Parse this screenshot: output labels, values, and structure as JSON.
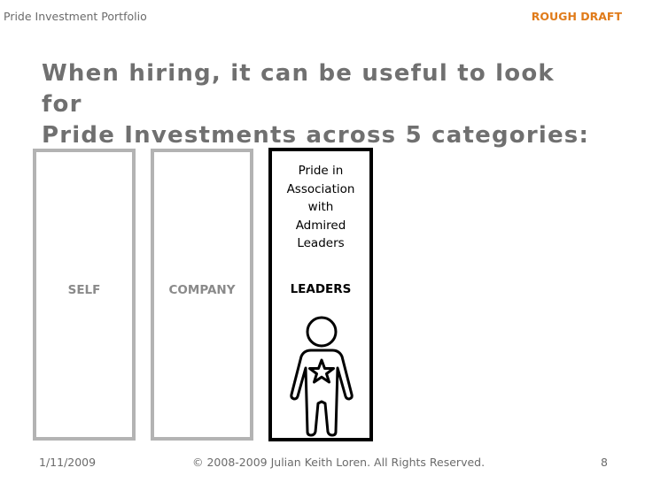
{
  "header": {
    "left_title": "Pride Investment Portfolio",
    "draft_label": "ROUGH DRAFT"
  },
  "title": {
    "line1": "When hiring, it can be useful to look for",
    "line2": "Pride Investments across 5 categories:"
  },
  "columns": [
    {
      "label": "SELF"
    },
    {
      "label": "COMPANY"
    },
    {
      "label": "LEADERS",
      "description": [
        "Pride in",
        "Association",
        "with",
        "Admired",
        "Leaders"
      ],
      "icon": "person-with-star-icon"
    }
  ],
  "footer": {
    "date": "1/11/2009",
    "copyright": "© 2008-2009 Julian Keith Loren. All Rights Reserved.",
    "page_number": "8"
  },
  "colors": {
    "draft_label": "#e07b1a",
    "title": "#707070",
    "inactive_border": "#b3b3b3",
    "active_border": "#000000"
  }
}
